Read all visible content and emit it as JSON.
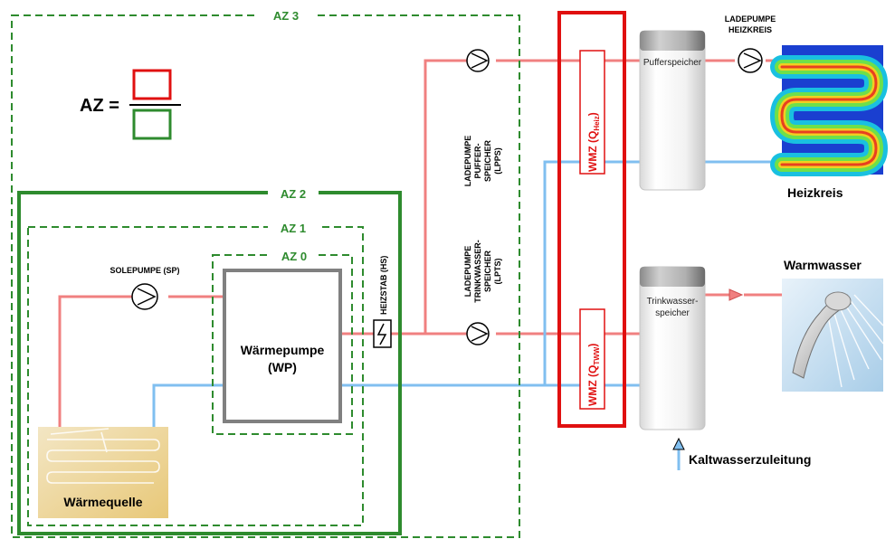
{
  "zones": {
    "az3": "AZ 3",
    "az2": "AZ 2",
    "az1": "AZ 1",
    "az0": "AZ 0"
  },
  "formula": {
    "prefix": "AZ ="
  },
  "labels": {
    "solepumpe": "SOLEPUMPE (SP)",
    "waermepumpe_line1": "Wärmepumpe",
    "waermepumpe_line2": "(WP)",
    "waermequelle": "Wärmequelle",
    "heizstab": "HEIZSTAB (HS)",
    "lpps_lines": [
      "LADEPUMPE",
      "PUFFER-",
      "SPEICHER",
      "(LPPS)"
    ],
    "lpts_lines": [
      "LADEPUMPE",
      "TRINKWASSER-",
      "SPEICHER",
      "(LPTS)"
    ],
    "wmz_heiz_main": "WMZ (Q",
    "wmz_heiz_sub": "Heiz",
    "wmz_heiz_close": ")",
    "wmz_tww_main": "WMZ (Q",
    "wmz_tww_sub": "TWW",
    "wmz_tww_close": ")",
    "pufferspeicher": "Pufferspeicher",
    "trinkwasser_line1": "Trinkwasser-",
    "trinkwasser_line2": "speicher",
    "ladepumpe_heizkreis_line1": "LADEPUMPE",
    "ladepumpe_heizkreis_line2": "HEIZKREIS",
    "heizkreis": "Heizkreis",
    "warmwasser": "Warmwasser",
    "kaltwasser": "Kaltwasserzuleitung"
  },
  "colors": {
    "hot_pipe": "#f08080",
    "cold_pipe": "#80bff0",
    "zone_green": "#2e8b2e",
    "meter_red": "#e01010",
    "heatpump_border": "#808080"
  }
}
